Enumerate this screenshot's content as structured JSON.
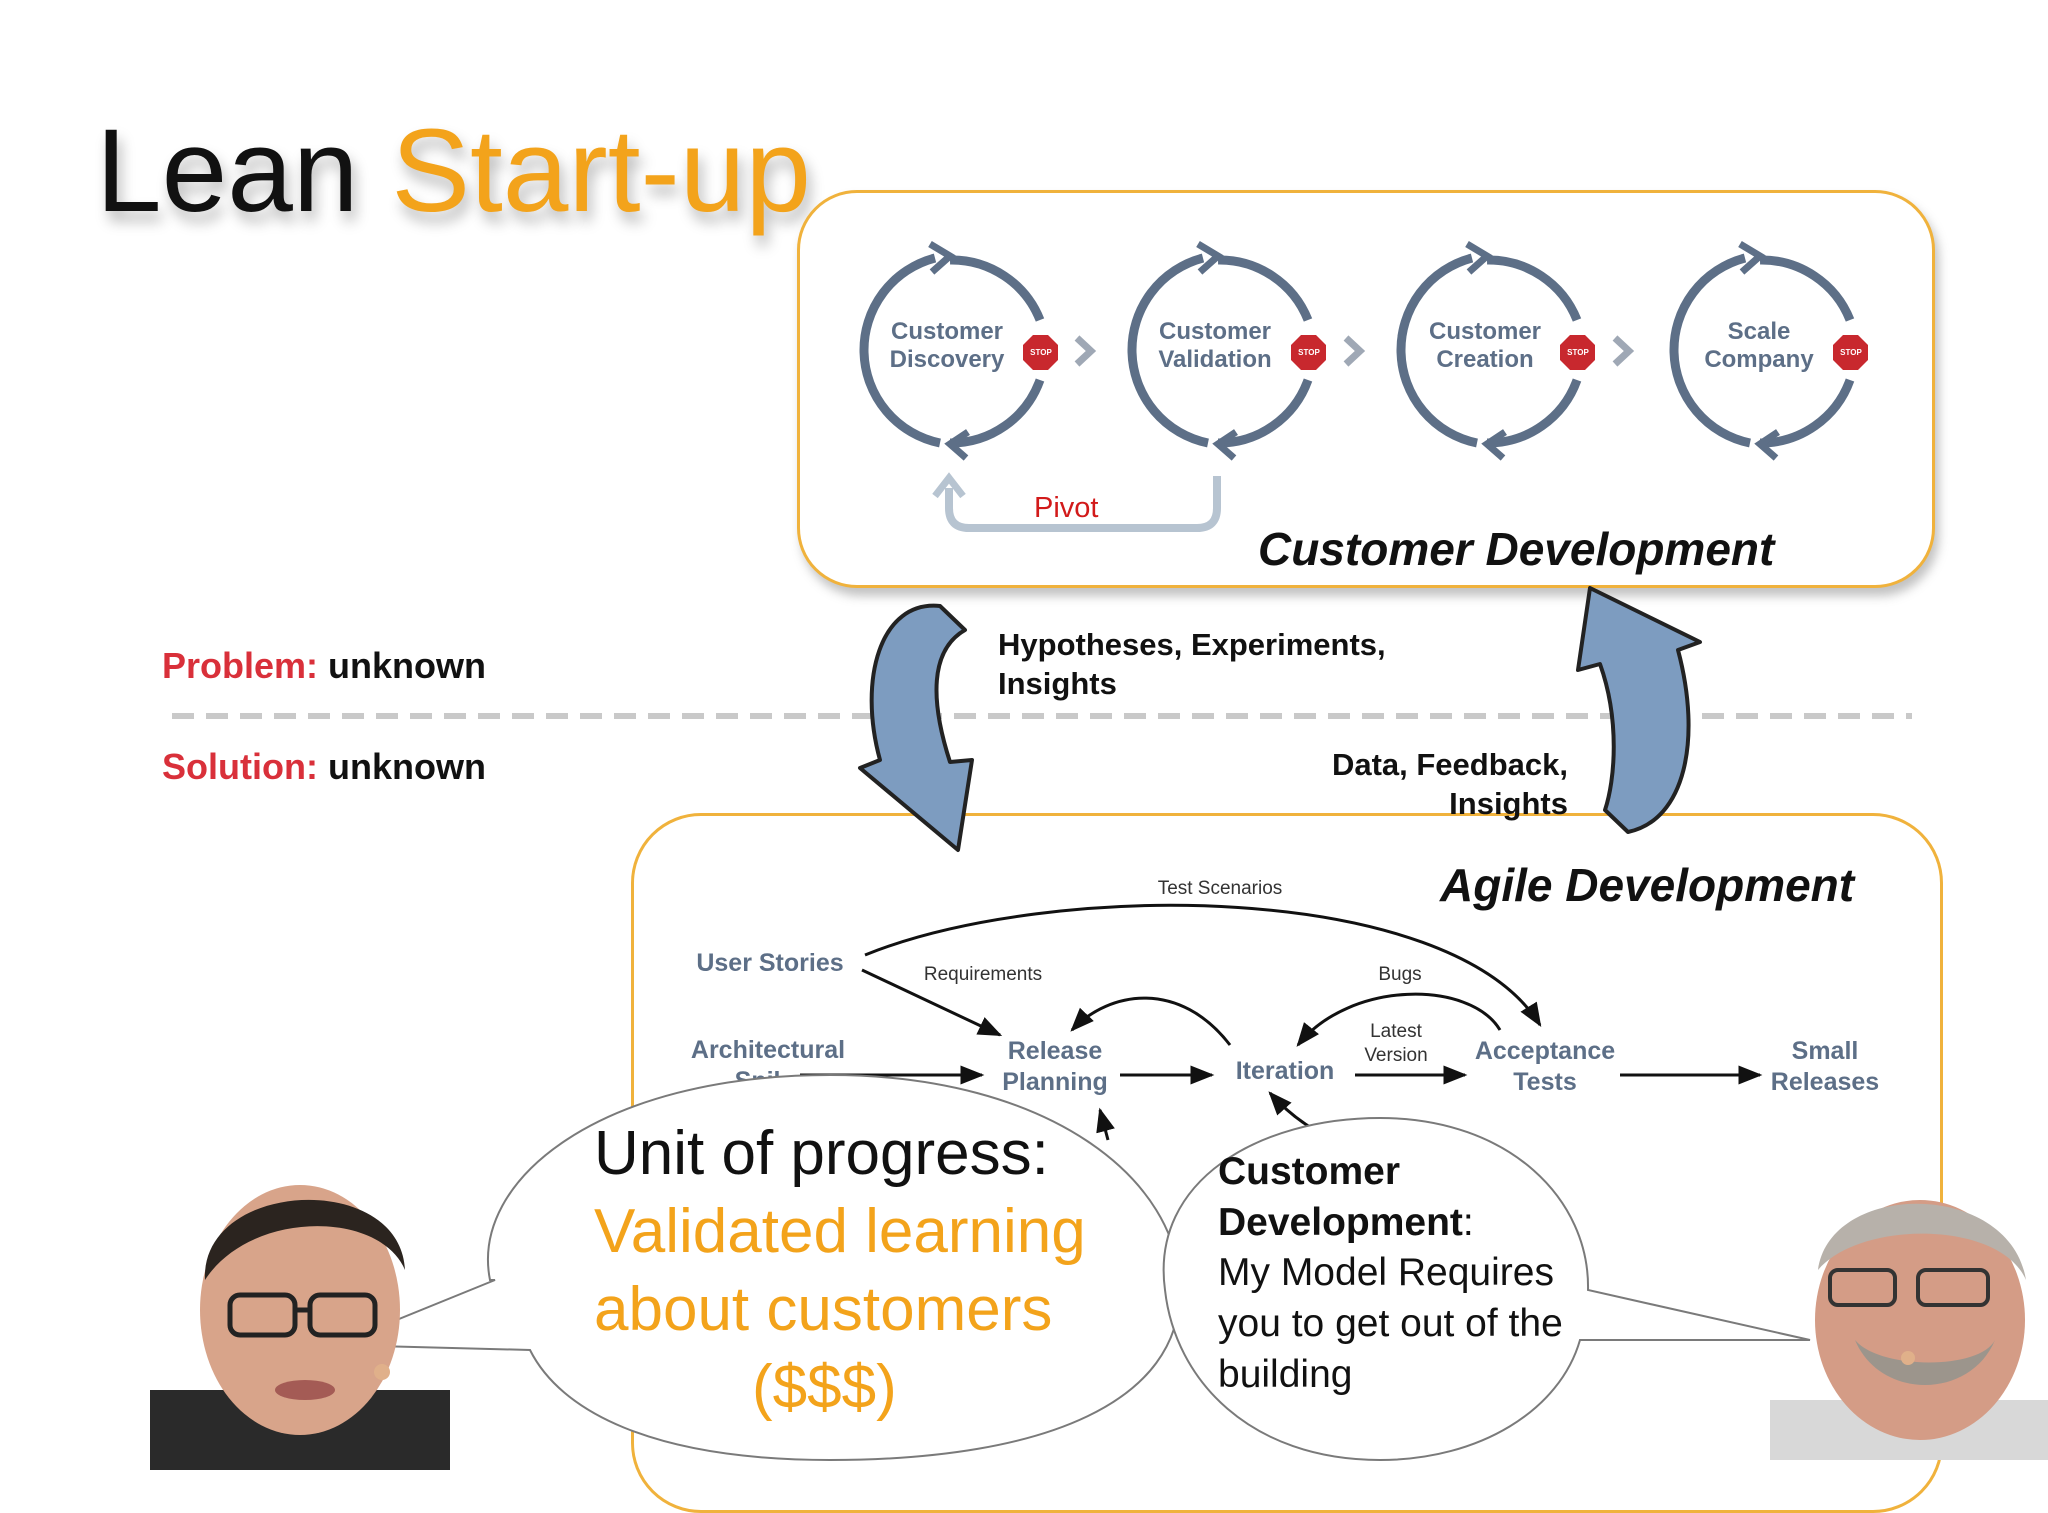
{
  "slide": {
    "title_main": "Lean",
    "title_accent": "Start-up"
  },
  "customer_development": {
    "title": "Customer Development",
    "stages": [
      {
        "line1": "Customer",
        "line2": "Discovery"
      },
      {
        "line1": "Customer",
        "line2": "Validation"
      },
      {
        "line1": "Customer",
        "line2": "Creation"
      },
      {
        "line1": "Scale",
        "line2": "Company"
      }
    ],
    "stop_sign_text": "STOP",
    "pivot_label": "Pivot"
  },
  "problem_solution": {
    "problem_key": "Problem:",
    "problem_value": "unknown",
    "solution_key": "Solution:",
    "solution_value": "unknown"
  },
  "flows": {
    "down_line1": "Hypotheses, Experiments,",
    "down_line2": "Insights",
    "up_line1": "Data, Feedback,",
    "up_line2": "Insights"
  },
  "agile_development": {
    "title": "Agile Development",
    "nodes": {
      "user_stories": "User Stories",
      "architectural_line1": "Architectural",
      "architectural_line2": "Spike",
      "release_line1": "Release",
      "release_line2": "Planning",
      "iteration": "Iteration",
      "acceptance_line1": "Acceptance",
      "acceptance_line2": "Tests",
      "small_line1": "Small",
      "small_line2": "Releases"
    },
    "edges": {
      "test_scenarios": "Test Scenarios",
      "requirements": "Requirements",
      "bugs": "Bugs",
      "latest_line1": "Latest",
      "latest_line2": "Version"
    }
  },
  "bubble_left": {
    "line1": "Unit of progress:",
    "line2": "Validated learning",
    "line3": "about customers",
    "line4": "($$$)"
  },
  "bubble_right": {
    "bold1": "Customer",
    "bold2": "Development",
    "colon": ":",
    "line3": "My Model Requires",
    "line4": "you to get out of the",
    "line5": "building"
  },
  "colors": {
    "accent_orange": "#f3a31b",
    "label_red": "#d9303a",
    "loop_blue": "#5d6f87",
    "arrow_blue": "#7d9cc0"
  }
}
